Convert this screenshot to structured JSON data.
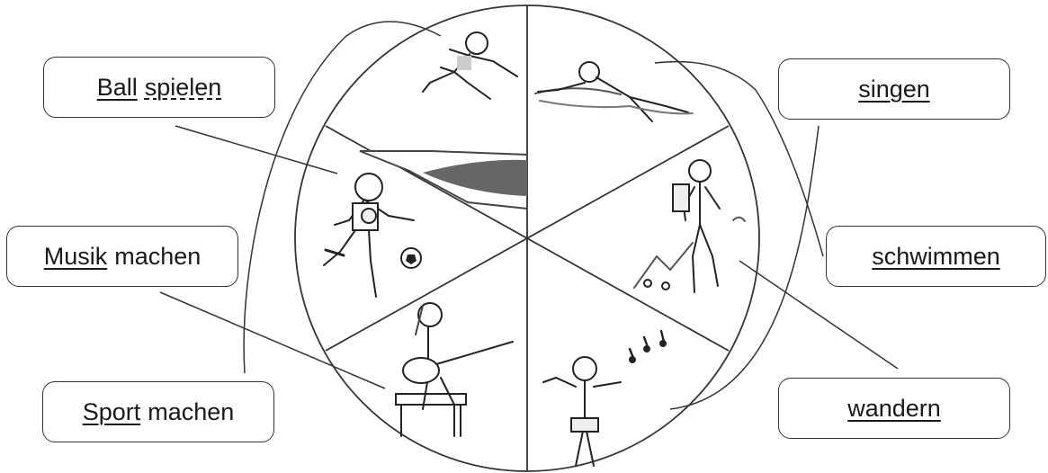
{
  "labels": {
    "ball_spielen": {
      "word1": "Ball",
      "word2": "spielen"
    },
    "musik_machen": {
      "word1": "Musik",
      "word2": "machen"
    },
    "sport_machen": {
      "word1": "Sport",
      "word2": "machen"
    },
    "singen": {
      "word1": "singen"
    },
    "schwimmen": {
      "word1": "schwimmen"
    },
    "wandern": {
      "word1": "wandern"
    }
  },
  "segments": [
    {
      "id": "top-left",
      "icon": "jumping-runner-icon"
    },
    {
      "id": "mid-left",
      "icon": "boy-kicking-ball-icon"
    },
    {
      "id": "bottom-left",
      "icon": "girl-playing-guitar-icon"
    },
    {
      "id": "top-right",
      "icon": "swimmer-icon"
    },
    {
      "id": "mid-right",
      "icon": "hiker-icon"
    },
    {
      "id": "bottom-right",
      "icon": "singer-with-microphone-icon"
    }
  ],
  "colors": {
    "stroke": "#333333",
    "text": "#1a1a1a",
    "background": "#ffffff"
  }
}
